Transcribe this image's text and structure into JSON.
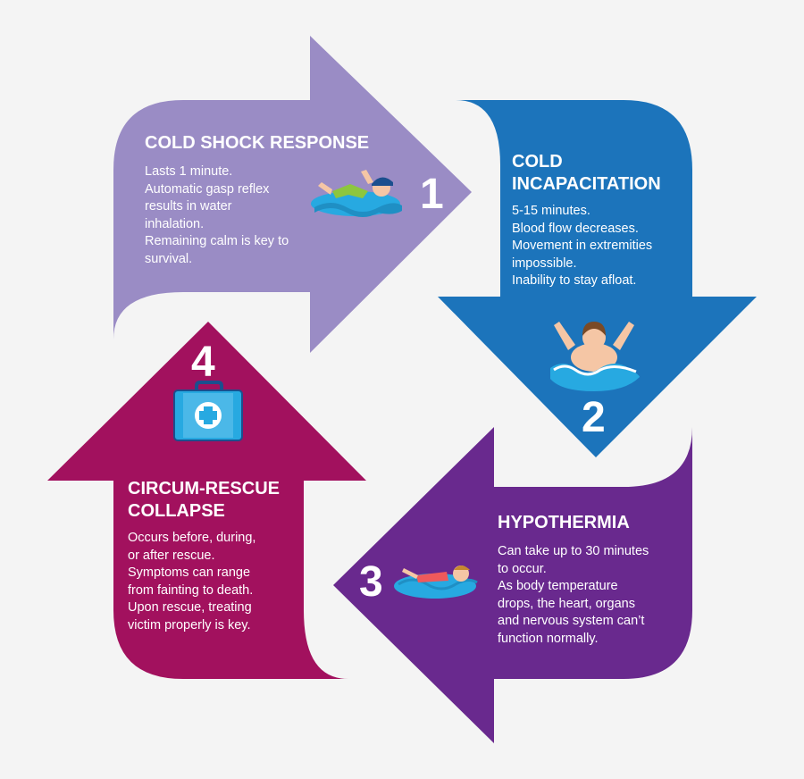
{
  "colors": {
    "step1": "#9a8cc5",
    "step2": "#1c74bb",
    "step3": "#69298e",
    "step4": "#a2115e",
    "water": "#27a9e1"
  },
  "steps": [
    {
      "number": "1",
      "title": "COLD SHOCK RESPONSE",
      "body": "Lasts 1 minute.\nAutomatic gasp reflex\nresults in water\ninhalation.\nRemaining calm is key to\nsurvival.",
      "icon": "swimmer-icon"
    },
    {
      "number": "2",
      "title": "COLD\nINCAPACITATION",
      "body": "5-15 minutes.\nBlood flow decreases.\nMovement in extremities\nimpossible.\nInability to stay afloat.",
      "icon": "drowning-person-icon"
    },
    {
      "number": "3",
      "title": "HYPOTHERMIA",
      "body": "Can take up to 30 minutes\nto occur.\nAs body temperature\ndrops, the heart, organs\nand nervous system can’t\nfunction normally.",
      "icon": "floating-person-icon"
    },
    {
      "number": "4",
      "title": "CIRCUM-RESCUE\nCOLLAPSE",
      "body": "Occurs before, during,\nor after rescue.\nSymptoms can range\nfrom fainting to death.\nUpon rescue, treating\nvictim properly is key.",
      "icon": "first-aid-kit-icon"
    }
  ]
}
